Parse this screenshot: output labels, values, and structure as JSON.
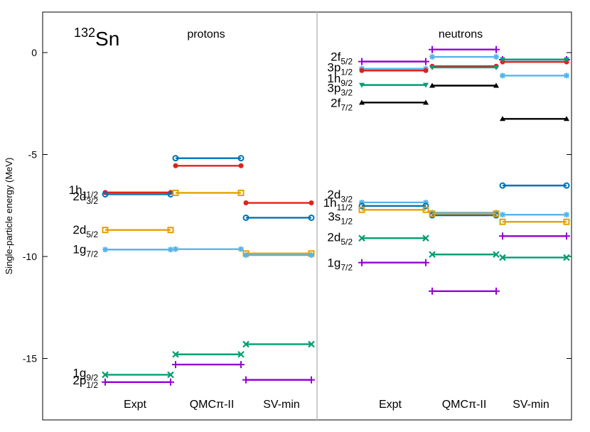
{
  "chart_data": {
    "type": "line",
    "title_nucleus": {
      "mass": "132",
      "symbol": "Sn"
    },
    "ylabel": "Single-particle energy (MeV)",
    "ylim": [
      -18,
      2
    ],
    "yticks": [
      0,
      -5,
      -10,
      -15
    ],
    "yticklabels": [
      "0",
      "-5",
      "-10",
      "-15"
    ],
    "grid": false,
    "panels": [
      {
        "id": "protons",
        "title": "protons",
        "columns": [
          "Expt",
          "QMCπ-II",
          "SV-min"
        ],
        "left_labels": [
          {
            "main": "1h",
            "sub": "11/2",
            "y": -6.72
          },
          {
            "main": "2d",
            "sub": "3/2",
            "y": -7.04
          },
          {
            "main": "2d",
            "sub": "5/2",
            "y": -8.68
          },
          {
            "main": "1g",
            "sub": "7/2",
            "y": -9.63
          },
          {
            "main": "1g",
            "sub": "9/2",
            "y": -15.7
          },
          {
            "main": "2p",
            "sub": "1/2",
            "y": -16.06
          }
        ],
        "series": [
          {
            "state": "1h11/2",
            "color": "#e32119",
            "marker": "filled-circle",
            "values": [
              -6.86,
              -5.55,
              -7.37
            ]
          },
          {
            "state": "2d3/2",
            "color": "#0072b2",
            "marker": "open-circle",
            "values": [
              -6.95,
              -5.18,
              -8.1
            ]
          },
          {
            "state": "2d5/2",
            "color": "#e69f00",
            "marker": "open-square",
            "values": [
              -8.7,
              -6.88,
              -9.85
            ]
          },
          {
            "state": "1g7/2",
            "color": "#56b4e9",
            "marker": "star",
            "values": [
              -9.66,
              -9.64,
              -9.93
            ]
          },
          {
            "state": "1g9/2",
            "color": "#009e73",
            "marker": "cross",
            "values": [
              -15.8,
              -14.8,
              -14.3
            ]
          },
          {
            "state": "2p1/2",
            "color": "#9400d3",
            "marker": "plus",
            "values": [
              -16.16,
              -15.3,
              -16.05
            ]
          }
        ]
      },
      {
        "id": "neutrons",
        "title": "neutrons",
        "columns": [
          "Expt",
          "QMCπ-II",
          "SV-min"
        ],
        "left_labels": [
          {
            "main": "2f",
            "sub": "5/2",
            "y": -0.2
          },
          {
            "main": "3p",
            "sub": "1/2",
            "y": -0.72
          },
          {
            "main": "1h",
            "sub": "9/2",
            "y": -1.25
          },
          {
            "main": "3p",
            "sub": "3/2",
            "y": -1.72
          },
          {
            "main": "2f",
            "sub": "7/2",
            "y": -2.45
          },
          {
            "main": "2d",
            "sub": "3/2",
            "y": -6.95
          },
          {
            "main": "1h",
            "sub": "11/2",
            "y": -7.35
          },
          {
            "main": "3s",
            "sub": "1/2",
            "y": -8.03
          },
          {
            "main": "2d",
            "sub": "5/2",
            "y": -9.05
          },
          {
            "main": "1g",
            "sub": "7/2",
            "y": -10.3
          }
        ],
        "series": [
          {
            "state": "2f5/2",
            "color": "#9400d3",
            "marker": "plus",
            "values": [
              -0.44,
              0.15,
              -0.35
            ]
          },
          {
            "state": "3p1/2",
            "color": "#56b4e9",
            "marker": "star",
            "values": [
              -0.79,
              -0.21,
              -1.13
            ]
          },
          {
            "state": "1h9/2",
            "color": "#e32119",
            "marker": "filled-circle",
            "values": [
              -0.88,
              -0.67,
              -0.46
            ]
          },
          {
            "state": "3p3/2",
            "color": "#009e73",
            "marker": "down-triangle",
            "values": [
              -1.59,
              -0.73,
              -0.34
            ]
          },
          {
            "state": "2f7/2",
            "color": "#000000",
            "marker": "up-triangle",
            "values": [
              -2.45,
              -1.62,
              -3.25
            ]
          },
          {
            "state": "2d3/2",
            "color": "#56b4e9",
            "marker": "star",
            "values": [
              -7.35,
              -7.85,
              -7.95
            ]
          },
          {
            "state": "1h11/2",
            "color": "#0072b2",
            "marker": "open-circle",
            "values": [
              -7.52,
              -7.98,
              -6.52
            ]
          },
          {
            "state": "3s1/2",
            "color": "#e69f00",
            "marker": "open-square",
            "values": [
              -7.71,
              -7.9,
              -8.3
            ]
          },
          {
            "state": "2d5/2",
            "color": "#009e73",
            "marker": "cross",
            "values": [
              -9.1,
              -9.9,
              -10.05
            ]
          },
          {
            "state": "1g7/2",
            "color": "#9400d3",
            "marker": "plus",
            "values": [
              -10.3,
              -11.7,
              -9.0
            ]
          }
        ]
      }
    ]
  }
}
